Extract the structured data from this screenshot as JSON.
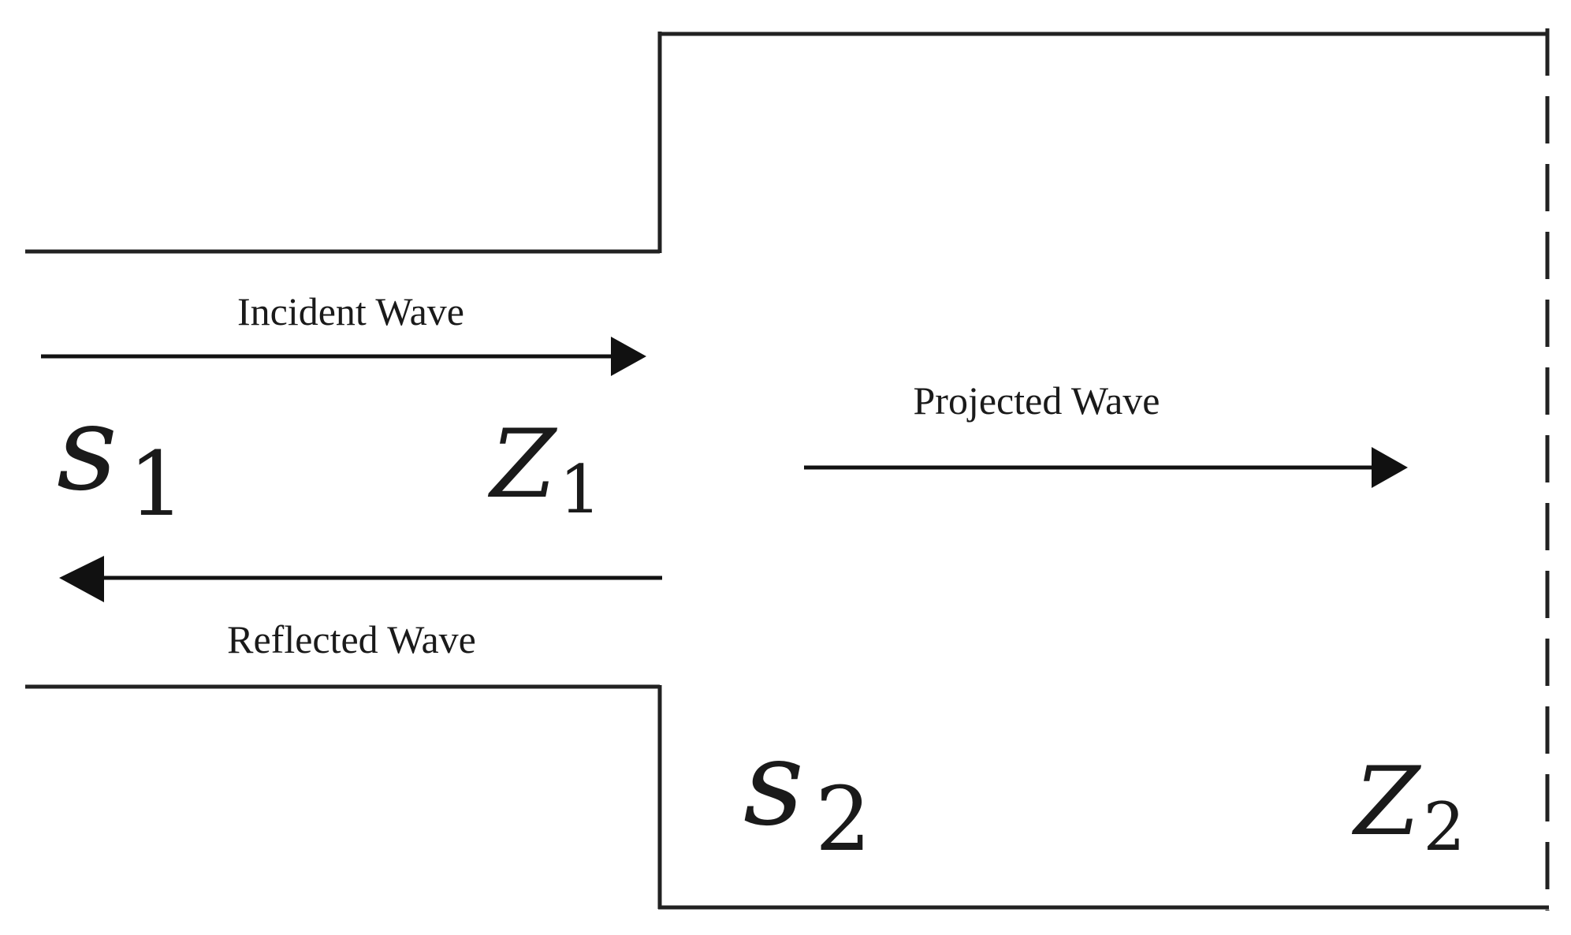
{
  "labels": {
    "incident_wave": "Incident Wave",
    "reflected_wave": "Reflected Wave",
    "projected_wave": "Projected Wave"
  },
  "symbols": {
    "s1": {
      "base": "s",
      "subscript": "1"
    },
    "z1": {
      "base": "Z",
      "subscript": "1"
    },
    "s2": {
      "base": "s",
      "subscript": "2"
    },
    "z2": {
      "base": "Z",
      "subscript": "2"
    }
  }
}
